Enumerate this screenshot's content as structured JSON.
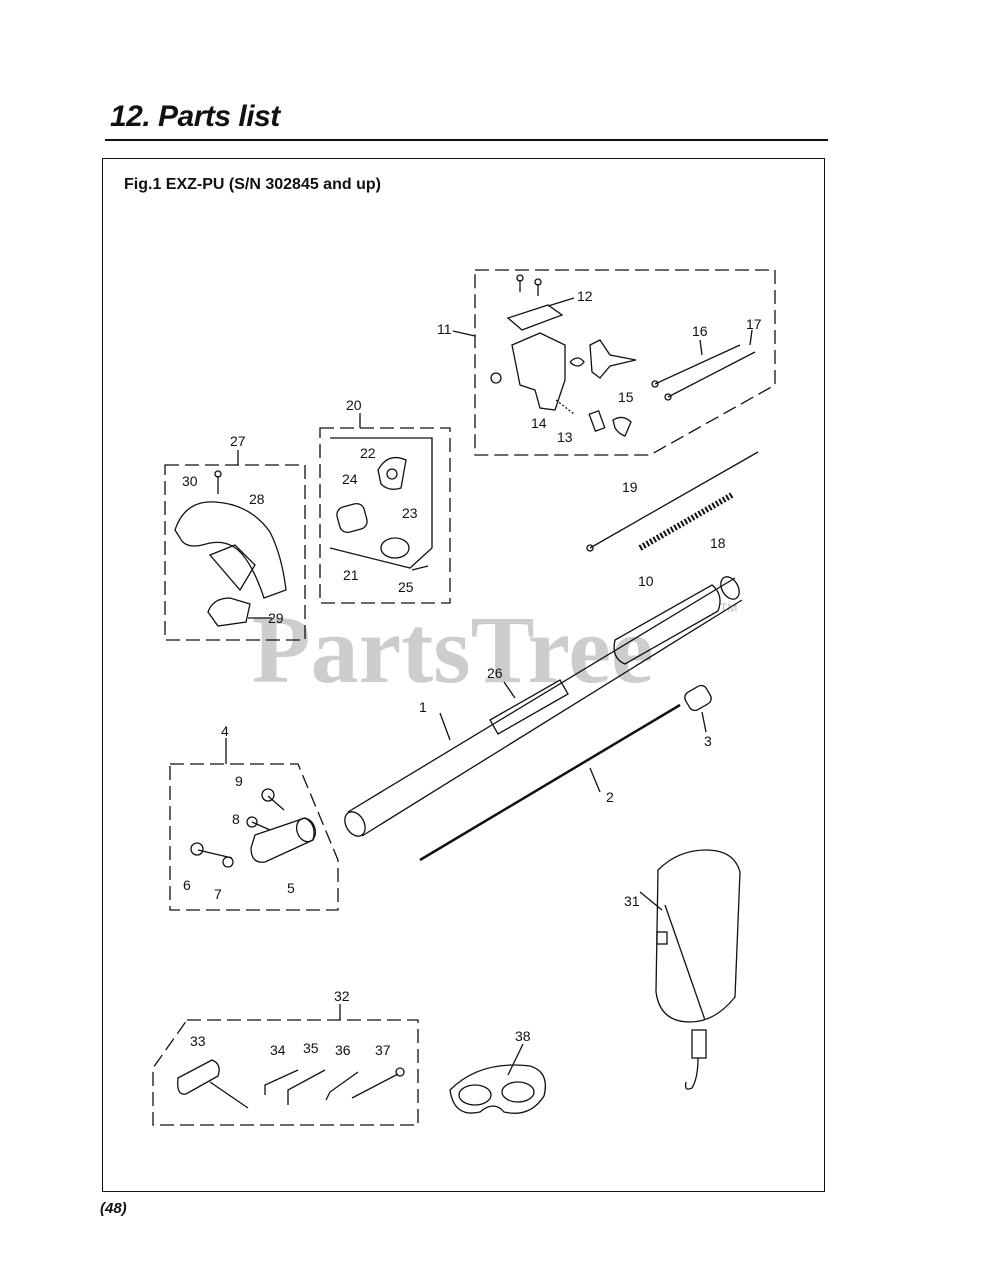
{
  "page": {
    "heading": "12. Parts list",
    "figure_caption": "Fig.1 EXZ-PU  (S/N 302845 and up)",
    "page_number": "(48)",
    "watermark": "PartsTree",
    "watermark_tm": "TM"
  },
  "callouts": [
    "1",
    "2",
    "3",
    "4",
    "5",
    "6",
    "7",
    "8",
    "9",
    "10",
    "11",
    "12",
    "13",
    "14",
    "15",
    "16",
    "17",
    "18",
    "19",
    "20",
    "21",
    "22",
    "23",
    "24",
    "25",
    "26",
    "27",
    "28",
    "29",
    "30",
    "31",
    "32",
    "33",
    "34",
    "35",
    "36",
    "37",
    "38"
  ]
}
